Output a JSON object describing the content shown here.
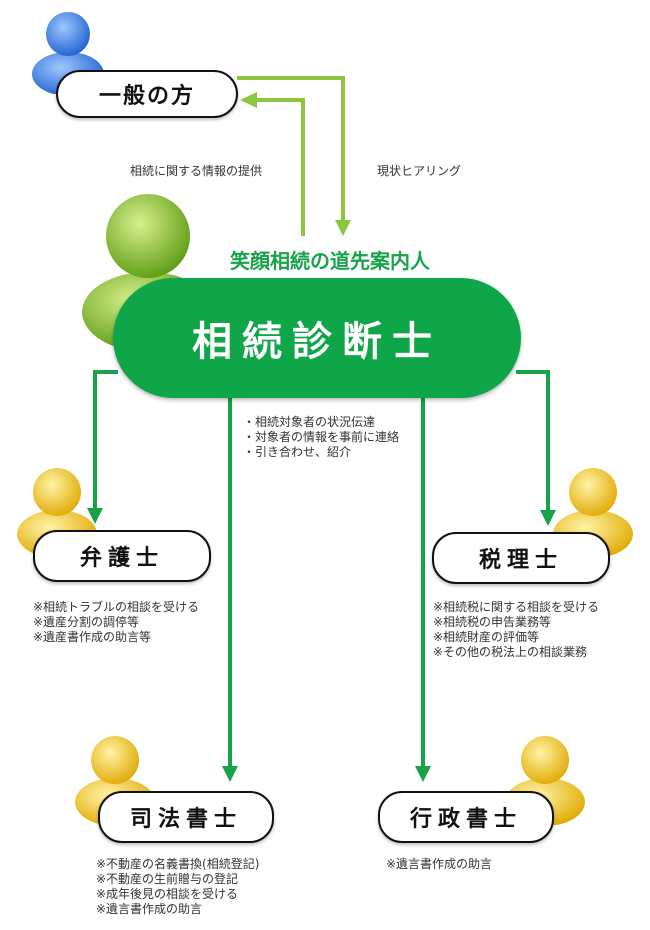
{
  "top_person": {
    "label": "一般の方"
  },
  "arrows": {
    "info_provide": "相続に関する情報の提供",
    "hearing": "現状ヒアリング"
  },
  "center": {
    "subtitle": "笑顔相続の道先案内人",
    "title": "相続診断士",
    "bullets": [
      "・相続対象者の状況伝達",
      "・対象者の情報を事前に連絡",
      "・引き合わせ、紹介"
    ]
  },
  "bengoshi": {
    "label": "弁護士",
    "items": [
      "※相続トラブルの相談を受ける",
      "※遺産分割の調停等",
      "※遺産書作成の助言等"
    ]
  },
  "zeirishi": {
    "label": "税理士",
    "items": [
      "※相続税に関する相談を受ける",
      "※相続税の申告業務等",
      "※相続財産の評価等",
      "※その他の税法上の相談業務"
    ]
  },
  "shihoshoshi": {
    "label": "司法書士",
    "items": [
      "※不動産の名義書換(相続登記)",
      "※不動産の生前贈与の登記",
      "※成年後見の相談を受ける",
      "※遺言書作成の助言"
    ]
  },
  "gyoseishoshi": {
    "label": "行政書士",
    "items": [
      "※遺言書作成の助言"
    ]
  },
  "colors": {
    "green": "#0fa64a",
    "arrow_green": "#16a34a",
    "arrow_lime": "#84cc16",
    "person_blue": "#3b82f6",
    "person_green": "#8cc63f",
    "person_yellow": "#f5c518"
  }
}
